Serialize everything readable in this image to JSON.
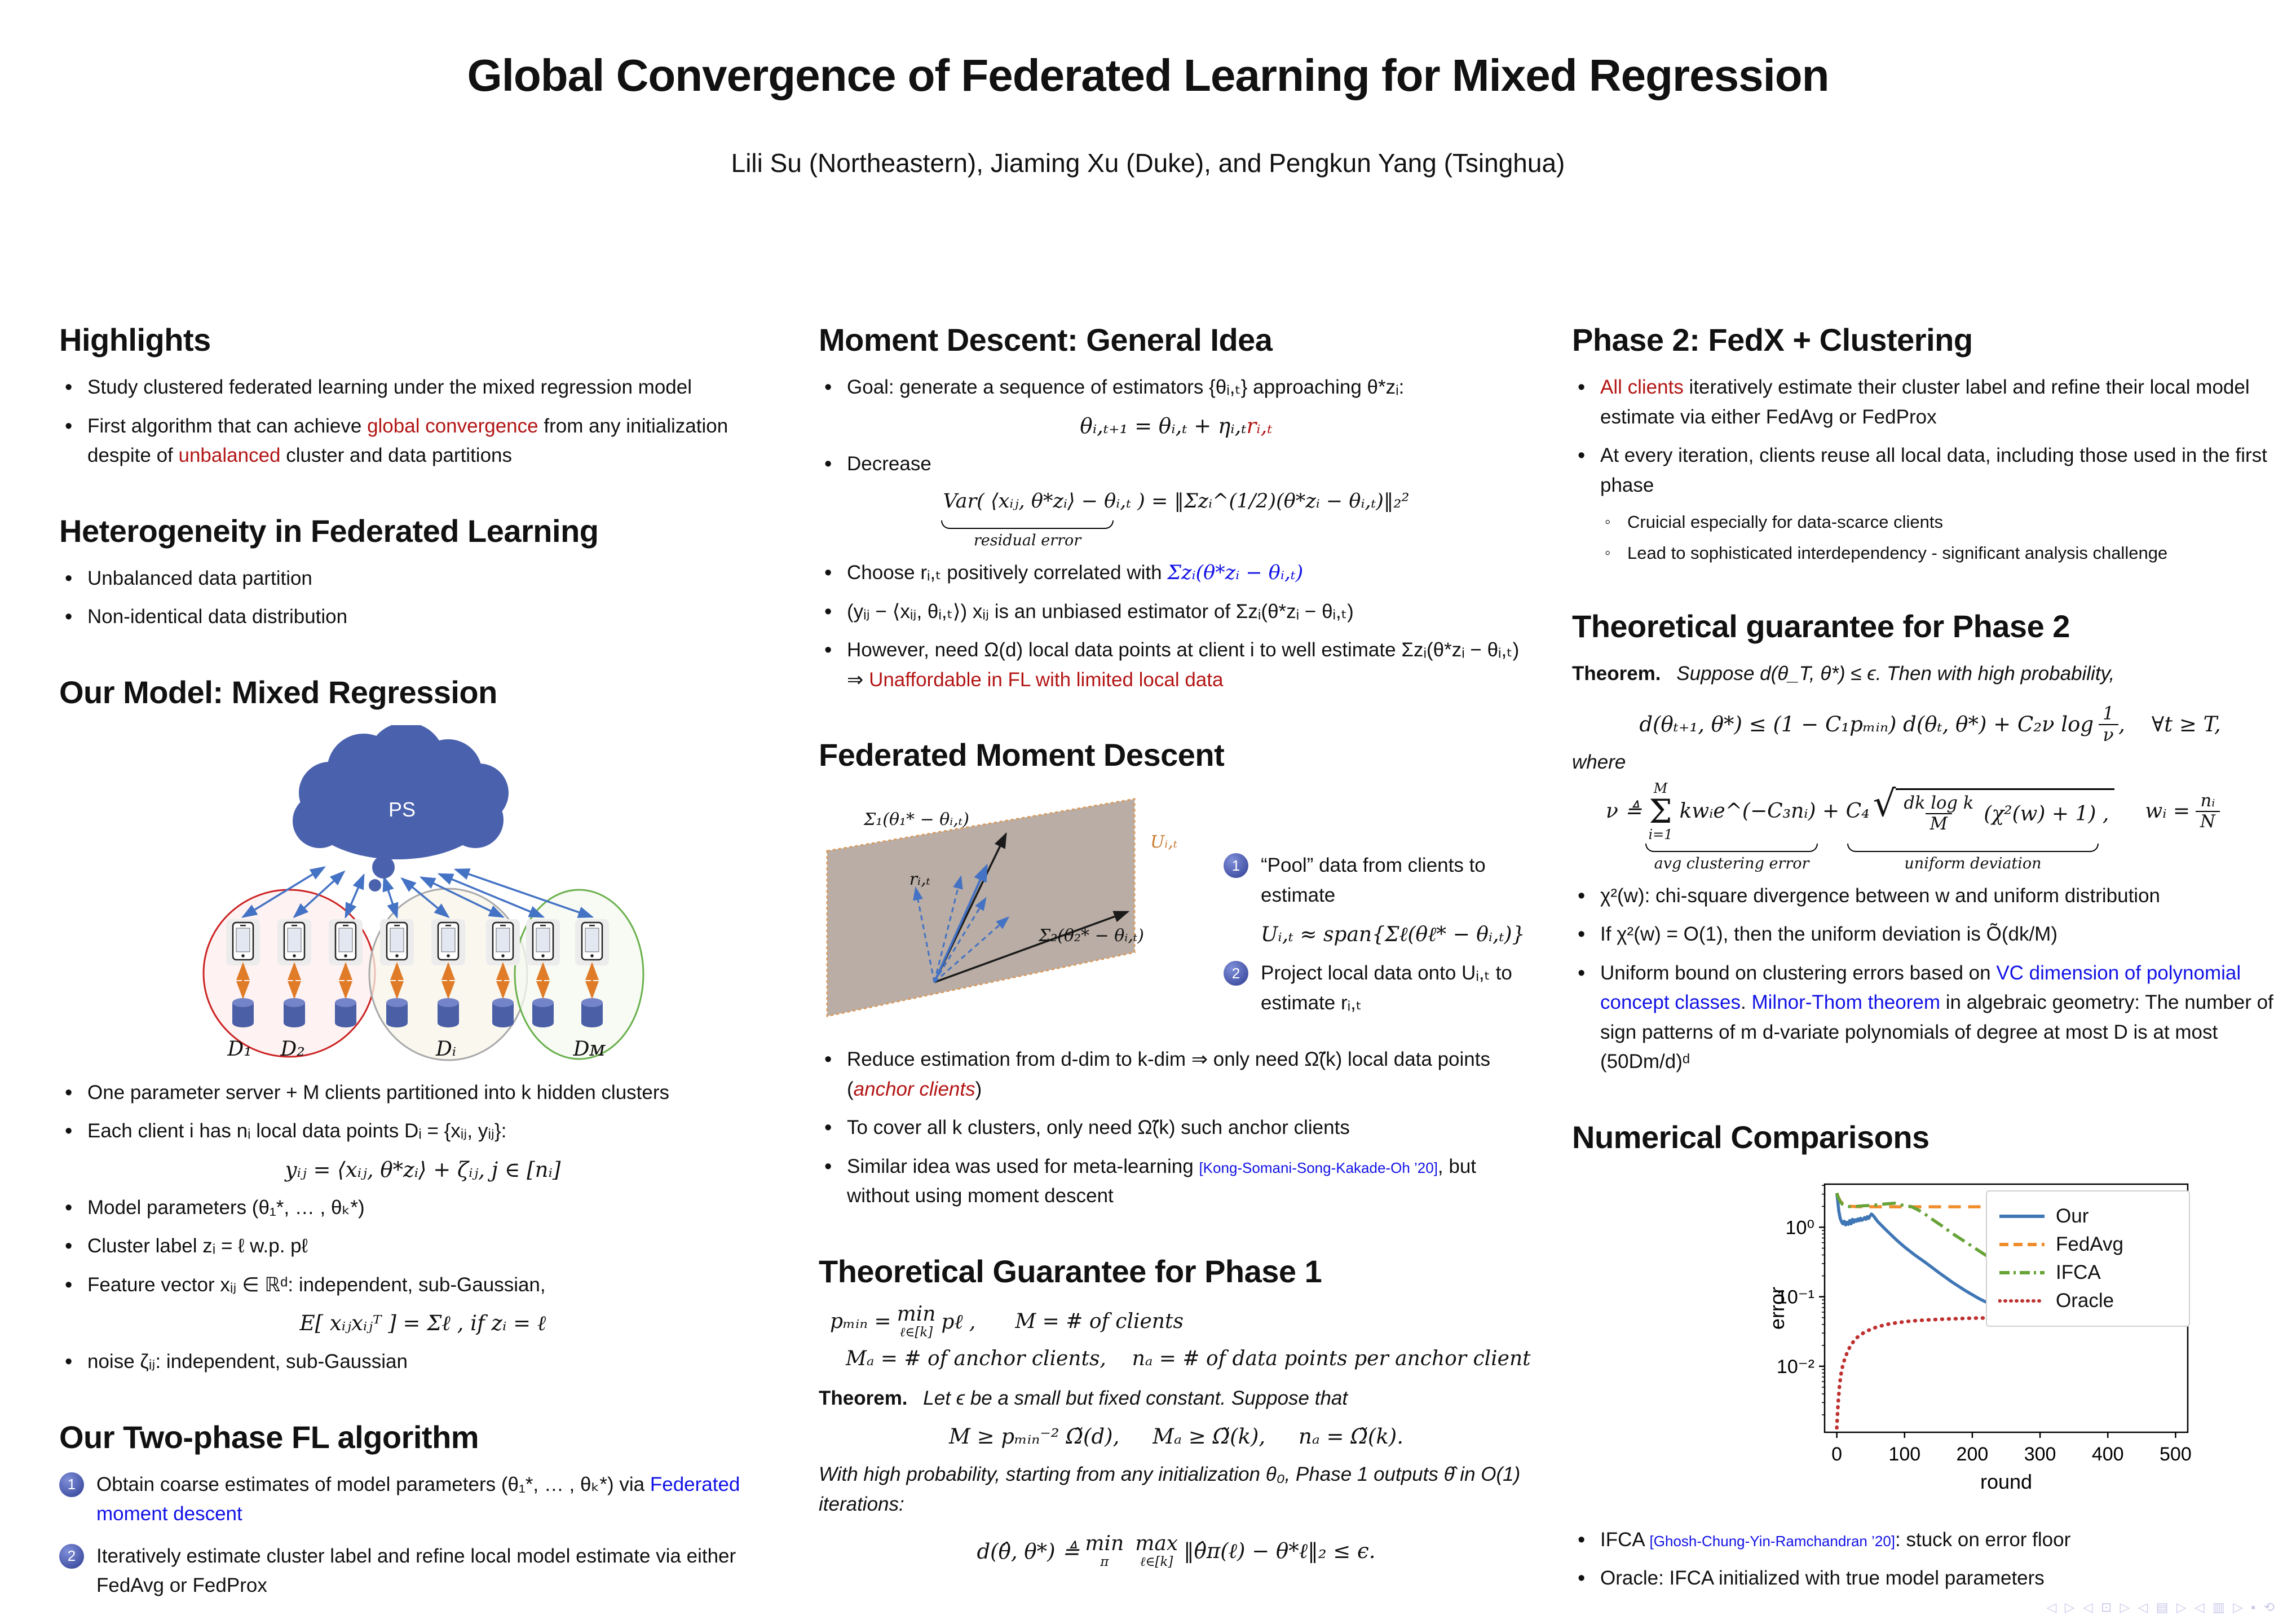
{
  "header": {
    "title": "Global Convergence of Federated Learning for Mixed Regression",
    "authors": "Lili Su (Northeastern), Jiaming Xu (Duke), and Pengkun Yang (Tsinghua)"
  },
  "colors": {
    "alert": "#b31515",
    "link": "#1212e6",
    "badge": "#2e3d92"
  },
  "left": {
    "highlights": {
      "title": "Highlights",
      "b1": "Study clustered federated learning under the mixed regression model",
      "b2_pre": "First algorithm that can achieve ",
      "b2_red1": "global convergence",
      "b2_mid": " from any initialization despite of ",
      "b2_red2": "unbalanced",
      "b2_post": " cluster and data partitions"
    },
    "hetero": {
      "title": "Heterogeneity in Federated Learning",
      "b1": "Unbalanced data partition",
      "b2": "Non-identical data distribution"
    },
    "model": {
      "title": "Our Model: Mixed Regression",
      "diagram": {
        "ps": "PS",
        "d1": "D₁",
        "d2": "D₂",
        "di": "Dᵢ",
        "dm": "Dᴍ"
      },
      "b1": "One parameter server + M clients partitioned into k hidden clusters",
      "b2": "Each client i has nᵢ local data points Dᵢ = {xᵢⱼ, yᵢⱼ}:",
      "f1": "yᵢⱼ = ⟨xᵢⱼ, θ*zᵢ⟩ + ζᵢⱼ,  j ∈ [nᵢ]",
      "b3": "Model parameters (θ₁*, … , θₖ*)",
      "b4": "Cluster label zᵢ = ℓ w.p. pℓ",
      "b5": "Feature vector xᵢⱼ ∈ ℝᵈ: independent, sub-Gaussian,",
      "f2": "E[ xᵢⱼxᵢⱼᵀ ] = Σℓ ,  if zᵢ = ℓ",
      "b6": "noise ζᵢⱼ: independent, sub-Gaussian"
    },
    "algo": {
      "title": "Our Two-phase FL algorithm",
      "i1_num": "1",
      "i1_pre": "Obtain coarse estimates of model parameters (θ₁*, … , θₖ*) via ",
      "i1_link": "Federated moment descent",
      "i2_num": "2",
      "i2": "Iteratively estimate cluster label and refine local model estimate via either FedAvg or FedProx"
    }
  },
  "mid": {
    "md": {
      "title": "Moment Descent: General Idea",
      "b1": "Goal: generate a sequence of estimators {θᵢ,ₜ} approaching θ*zᵢ:",
      "f1_pre": "θᵢ,ₜ₊₁ = θᵢ,ₜ + ηᵢ,ₜ",
      "f1_red": "rᵢ,ₜ",
      "b2": "Decrease",
      "f2": "Var( ⟨xᵢⱼ, θ*zᵢ⟩ − θᵢ,ₜ ) = ‖Σzᵢ^(1/2)(θ*zᵢ − θᵢ,ₜ)‖₂²",
      "f2_cap": "residual error",
      "b3_pre": "Choose rᵢ,ₜ positively correlated with ",
      "b3_blue": "Σzᵢ(θ*zᵢ − θᵢ,ₜ)",
      "b4": "(yᵢⱼ − ⟨xᵢⱼ, θᵢ,ₜ⟩) xᵢⱼ is an unbiased estimator of Σzᵢ(θ*zᵢ − θᵢ,ₜ)",
      "b5_pre": "However, need Ω(d) local data points at client i to well estimate Σzᵢ(θ*zᵢ − θᵢ,ₜ) ⇒ ",
      "b5_red": "Unaffordable in FL with limited local data"
    },
    "fmd": {
      "title": "Federated Moment Descent",
      "diagram": {
        "u": "Uᵢ,ₜ",
        "s1": "Σ₁(θ₁* − θᵢ,ₜ)",
        "r": "rᵢ,ₜ",
        "s2": "Σ₂(θ₂* − θᵢ,ₜ)"
      },
      "s1_num": "1",
      "s1_text": "“Pool” data from clients to estimate",
      "s1_formula": "Uᵢ,ₜ ≈ span{Σℓ(θℓ* − θᵢ,ₜ)}",
      "s2_num": "2",
      "s2_text": "Project local data onto Uᵢ,ₜ to estimate rᵢ,ₜ",
      "b1_pre": "Reduce estimation from d-dim to k-dim ⇒ only need Ω̃(k) local data points (",
      "b1_red": "anchor clients",
      "b1_post": ")",
      "b2": "To cover all k clusters, only need Ω̃(k) such anchor clients",
      "b3_pre": "Similar idea was used for meta-learning ",
      "b3_cite": "[Kong-Somani-Song-Kakade-Oh ’20]",
      "b3_post": ", but without using moment descent"
    },
    "p1": {
      "title": "Theoretical Guarantee for Phase 1",
      "defs1_pre": "pₘᵢₙ =",
      "defs1_min": "min",
      "defs1_under": "ℓ∈[k]",
      "defs1_post": "pℓ ,",
      "defs1_m": "M = # of clients",
      "defs2": "Mₐ = # of anchor clients,    nₐ = # of data points per anchor client",
      "thm_label": "Theorem.",
      "thm_text": "Let ϵ be a small but fixed constant. Suppose that",
      "cond": "M ≥ pₘᵢₙ⁻² Ω̃(d),     Mₐ ≥ Ω̃(k),     nₐ = Ω̃(k).",
      "outro": "With high probability, starting from any initialization θ₀, Phase 1 outputs θ̂ in O(1) iterations:",
      "final_pre": "d(θ̂, θ*) ≜",
      "final_min": "min",
      "final_min_under": "π",
      "final_max": "max",
      "final_max_under": "ℓ∈[k]",
      "final_post": "‖θ̂π(ℓ) − θ*ℓ‖₂ ≤ ϵ."
    }
  },
  "right": {
    "p2": {
      "title": "Phase 2: FedX + Clustering",
      "b1_red": "All clients",
      "b1_post": " iteratively estimate their cluster label and refine their local model estimate via either FedAvg or FedProx",
      "b2": "At every iteration, clients reuse all local data, including those used in the first phase",
      "sb1": "Cruicial especially for data-scarce clients",
      "sb2": "Lead to sophisticated interdependency - significant analysis challenge"
    },
    "t2": {
      "title": "Theoretical guarantee for Phase 2",
      "thm_label": "Theorem.",
      "thm_text": "Suppose d(θ_T, θ*) ≤ ϵ. Then with high probability,",
      "main_pre": "d(θₜ₊₁, θ*) ≤ (1 − C₁pₘᵢₙ) d(θₜ, θ*) + C₂ν log",
      "frac_top": "1",
      "frac_bot": "ν",
      "main_post": ",    ∀t ≥ T,",
      "where": "where",
      "nu_pre": "ν ≜",
      "sum_top": "M",
      "sum_mid": "Σ",
      "sum_bot": "i=1",
      "nu_term": "kwᵢe^(−C₃nᵢ) + C₄",
      "sqrt_top": "dk log k",
      "sqrt_bot": "M",
      "sqrt_post": "(χ²(w) + 1) ,",
      "w_pre": "wᵢ =",
      "w_top": "nᵢ",
      "w_bot": "N",
      "cap1": "avg clustering error",
      "cap2": "uniform deviation",
      "b1": "χ²(w): chi-square divergence between w and uniform distribution",
      "b2": "If χ²(w) = O(1), then the uniform deviation is Õ(dk/M)",
      "b3_pre": "Uniform bound on clustering errors based on ",
      "b3_blue1": "VC dimension of polynomial concept classes",
      "b3_mid": ". ",
      "b3_blue2": "Milnor-Thom theorem",
      "b3_post": " in algebraic geometry: The number of sign patterns of m d-variate polynomials of degree at most D is at most (50Dm/d)ᵈ"
    },
    "num": {
      "title": "Numerical Comparisons",
      "b1_pre": "IFCA ",
      "b1_cite": "[Ghosh-Chung-Yin-Ramchandran ’20]",
      "b1_post": ": stuck on error floor",
      "b2": "Oracle: IFCA initialized with true model parameters"
    }
  },
  "footer": {
    "nav": "◁ ▷ ◁ ⊡ ▷ ◁ ▤ ▷ ◁ ▥ ▷ ▪ ⟲"
  },
  "chart_data": {
    "type": "line",
    "title": "",
    "xlabel": "round",
    "ylabel": "error",
    "yscale": "log",
    "grid": false,
    "legend_position": "upper right",
    "xlim": [
      -18,
      518
    ],
    "ylim_log": [
      -2.95,
      0.62
    ],
    "x_ticks": [
      0,
      100,
      200,
      300,
      400,
      500
    ],
    "y_ticks": [
      {
        "label": "10⁰",
        "value": 1
      },
      {
        "label": "10⁻¹",
        "value": 0.1
      },
      {
        "label": "10⁻²",
        "value": 0.01
      }
    ],
    "series": [
      {
        "name": "Our",
        "color": "#3f76b5",
        "style": "solid",
        "x": [
          0,
          1,
          2,
          3,
          5,
          7,
          9,
          11,
          13,
          15,
          17,
          19,
          21,
          23,
          25,
          27,
          29,
          31,
          33,
          35,
          37,
          39,
          41,
          43,
          45,
          47,
          49,
          51,
          53,
          56,
          60,
          70,
          80,
          90,
          100,
          115,
          130,
          150,
          170,
          190,
          210,
          230,
          250,
          270,
          290,
          310,
          330,
          350,
          375,
          400,
          430,
          460,
          500
        ],
        "y": [
          3.1,
          2.6,
          2.1,
          1.7,
          1.35,
          1.2,
          1.12,
          1.22,
          1.08,
          1.18,
          1.1,
          1.25,
          1.12,
          1.3,
          1.18,
          1.28,
          1.22,
          1.32,
          1.24,
          1.35,
          1.26,
          1.3,
          1.38,
          1.3,
          1.42,
          1.34,
          1.45,
          1.55,
          1.5,
          1.38,
          1.22,
          0.97,
          0.78,
          0.63,
          0.52,
          0.4,
          0.315,
          0.225,
          0.163,
          0.122,
          0.094,
          0.0755,
          0.0645,
          0.0585,
          0.0553,
          0.0537,
          0.0528,
          0.0524,
          0.0521,
          0.052,
          0.052,
          0.052,
          0.052
        ]
      },
      {
        "name": "FedAvg",
        "color": "#f08c2a",
        "style": "dashed",
        "x": [
          0,
          2,
          4,
          6,
          9,
          12,
          16,
          20,
          30,
          50,
          100,
          200,
          300,
          400,
          500
        ],
        "y": [
          3.1,
          2.75,
          2.5,
          2.32,
          2.18,
          2.1,
          2.04,
          2.0,
          1.98,
          1.97,
          1.97,
          1.97,
          1.97,
          1.97,
          1.97
        ]
      },
      {
        "name": "IFCA",
        "color": "#67a337",
        "style": "dashdot",
        "x": [
          0,
          2,
          5,
          8,
          12,
          16,
          20,
          30,
          40,
          50,
          60,
          70,
          80,
          85,
          90,
          95,
          100,
          110,
          120,
          130,
          140,
          155,
          170,
          185,
          200,
          215,
          230,
          245,
          260,
          275,
          290,
          305,
          320,
          340,
          360,
          380,
          400,
          430,
          460,
          500
        ],
        "y": [
          3.1,
          2.7,
          2.35,
          2.15,
          2.05,
          2.0,
          1.98,
          2.0,
          2.04,
          2.06,
          2.1,
          2.16,
          2.2,
          2.22,
          2.18,
          2.1,
          2.05,
          1.98,
          1.78,
          1.55,
          1.32,
          1.05,
          0.82,
          0.66,
          0.53,
          0.425,
          0.34,
          0.27,
          0.215,
          0.172,
          0.139,
          0.114,
          0.095,
          0.0755,
          0.0645,
          0.0585,
          0.0555,
          0.0532,
          0.0524,
          0.052
        ]
      },
      {
        "name": "Oracle",
        "color": "#bf3030",
        "style": "dotted",
        "x": [
          0,
          1,
          2,
          4,
          6,
          9,
          12,
          16,
          20,
          25,
          30,
          40,
          50,
          60,
          75,
          90,
          110,
          130,
          160,
          200,
          250,
          300,
          400,
          500
        ],
        "y": [
          0.0013,
          0.002,
          0.003,
          0.0052,
          0.0075,
          0.0105,
          0.013,
          0.0165,
          0.0195,
          0.023,
          0.026,
          0.0305,
          0.034,
          0.037,
          0.0402,
          0.0425,
          0.0448,
          0.0462,
          0.0478,
          0.0492,
          0.05,
          0.0508,
          0.0513,
          0.0515
        ]
      }
    ]
  }
}
